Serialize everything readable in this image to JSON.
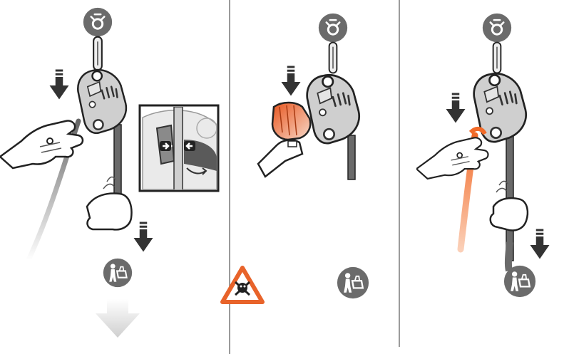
{
  "panels": [
    {
      "id": "panel-1",
      "description_key": "lower-load-with-handle"
    },
    {
      "id": "panel-2",
      "description_key": "danger-grab-device"
    },
    {
      "id": "panel-3",
      "description_key": "orange-rope-feeding"
    }
  ],
  "icons": {
    "anchor": "anchor-icon",
    "person_with_load": "person-with-load-icon",
    "danger": "danger-skull-icon",
    "down_arrow": "down-arrow-icon"
  },
  "colors": {
    "device_gray": "#c9c9c9",
    "device_dark": "#4d4d4d",
    "rope_gray": "#6a6a6a",
    "hand_orange": "#e45a24",
    "rope_orange": "#f26a28",
    "warning_orange": "#e8632a",
    "arrow_light": "#cfcfcf",
    "divider": "#7a7a7a"
  }
}
